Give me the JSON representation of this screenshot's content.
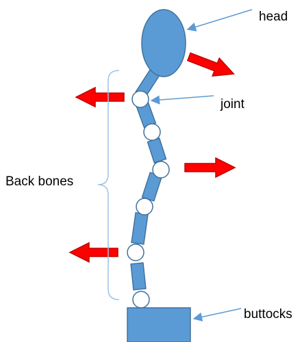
{
  "labels": {
    "head": "head",
    "joint": "joint",
    "back_bones": "Back bones",
    "buttocks": "buttocks"
  },
  "colors": {
    "bone_fill": "#5b9bd5",
    "bone_stroke": "#41719c",
    "joint_fill": "#ffffff",
    "arrow_fill": "#ff0000",
    "arrow_stroke": "#c00000",
    "pointer_line": "#5b9bd5",
    "brace": "#9dc3e6"
  }
}
